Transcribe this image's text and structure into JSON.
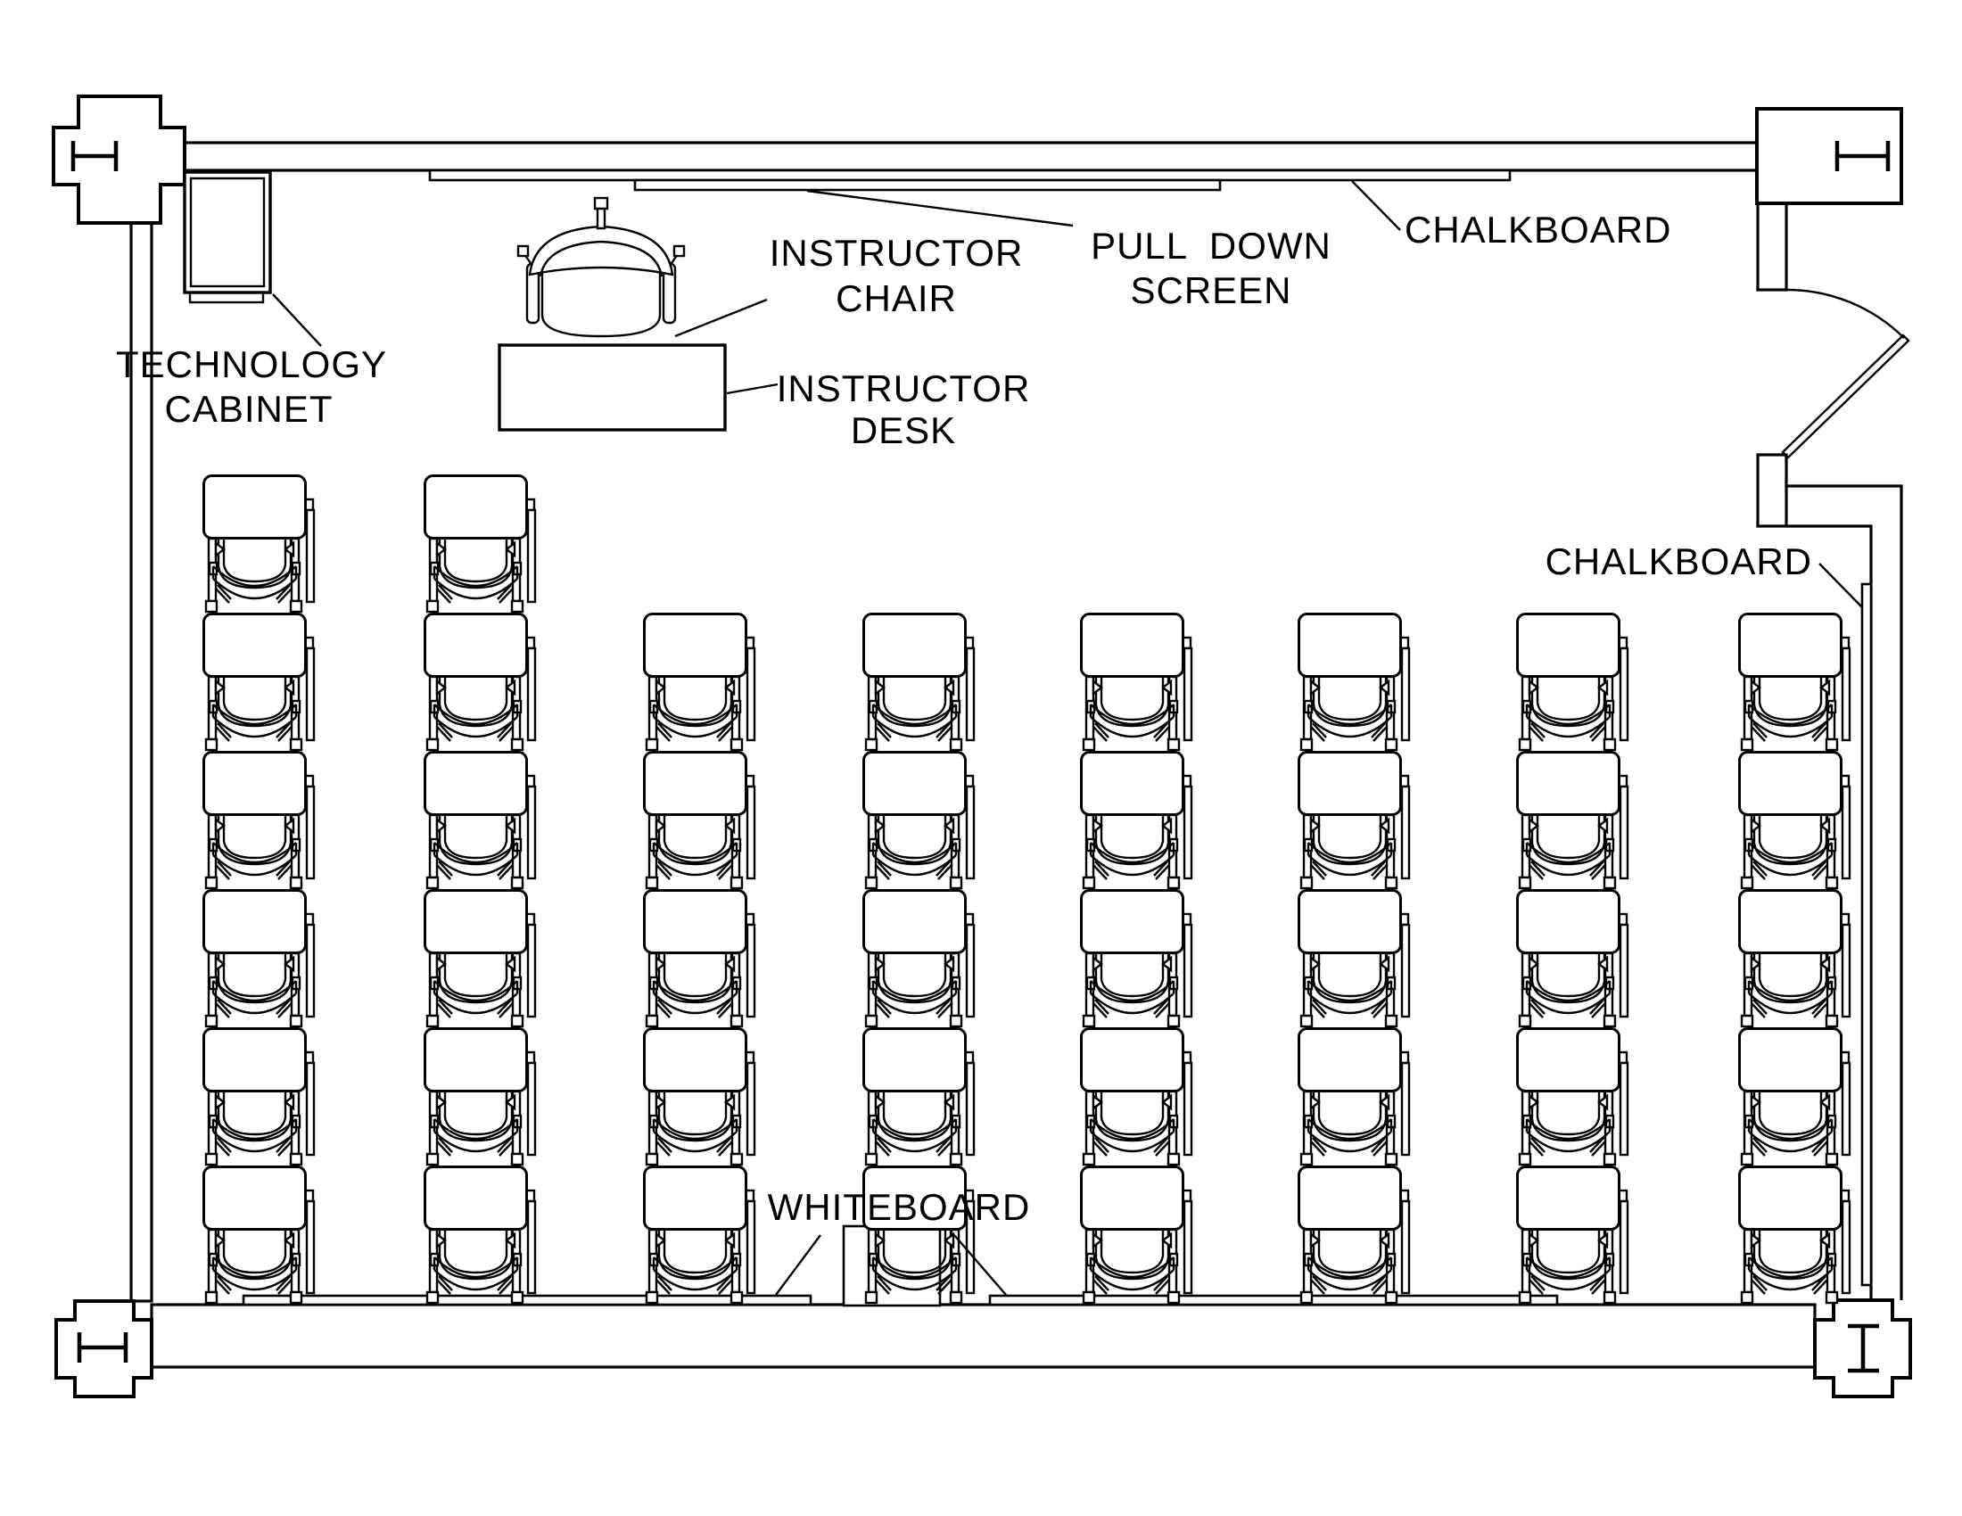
{
  "diagram": {
    "type": "floor-plan",
    "title": "Classroom floor plan",
    "colors": {
      "line": "#000000",
      "background": "#ffffff"
    },
    "labels": {
      "technology_cabinet": {
        "lines": [
          "TECHNOLOGY",
          "CABINET"
        ]
      },
      "instructor_chair": {
        "lines": [
          "INSTRUCTOR",
          "CHAIR"
        ]
      },
      "instructor_desk": {
        "lines": [
          "INSTRUCTOR",
          "DESK"
        ]
      },
      "pull_down_screen": {
        "lines": [
          "PULL  DOWN",
          "SCREEN"
        ]
      },
      "chalkboard_top": {
        "lines": [
          "CHALKBOARD"
        ]
      },
      "chalkboard_right": {
        "lines": [
          "CHALKBOARD"
        ]
      },
      "whiteboard": {
        "lines": [
          "WHITEBOARD"
        ]
      }
    },
    "fixtures": {
      "technology_cabinet": 1,
      "instructor_chair": 1,
      "instructor_desk": 1,
      "pull_down_screen": 1,
      "chalkboard_top": 1,
      "chalkboard_right": 1,
      "whiteboard": 1,
      "door": 1,
      "corner_columns": 4
    },
    "desks": {
      "count": 42,
      "columns_x": [
        228,
        476,
        722,
        968,
        1212,
        1456,
        1701,
        1950
      ],
      "rows_y": [
        533,
        688,
        843,
        998,
        1153,
        1308
      ],
      "column_start_row": [
        0,
        0,
        1,
        1,
        1,
        1,
        1,
        1
      ]
    }
  }
}
